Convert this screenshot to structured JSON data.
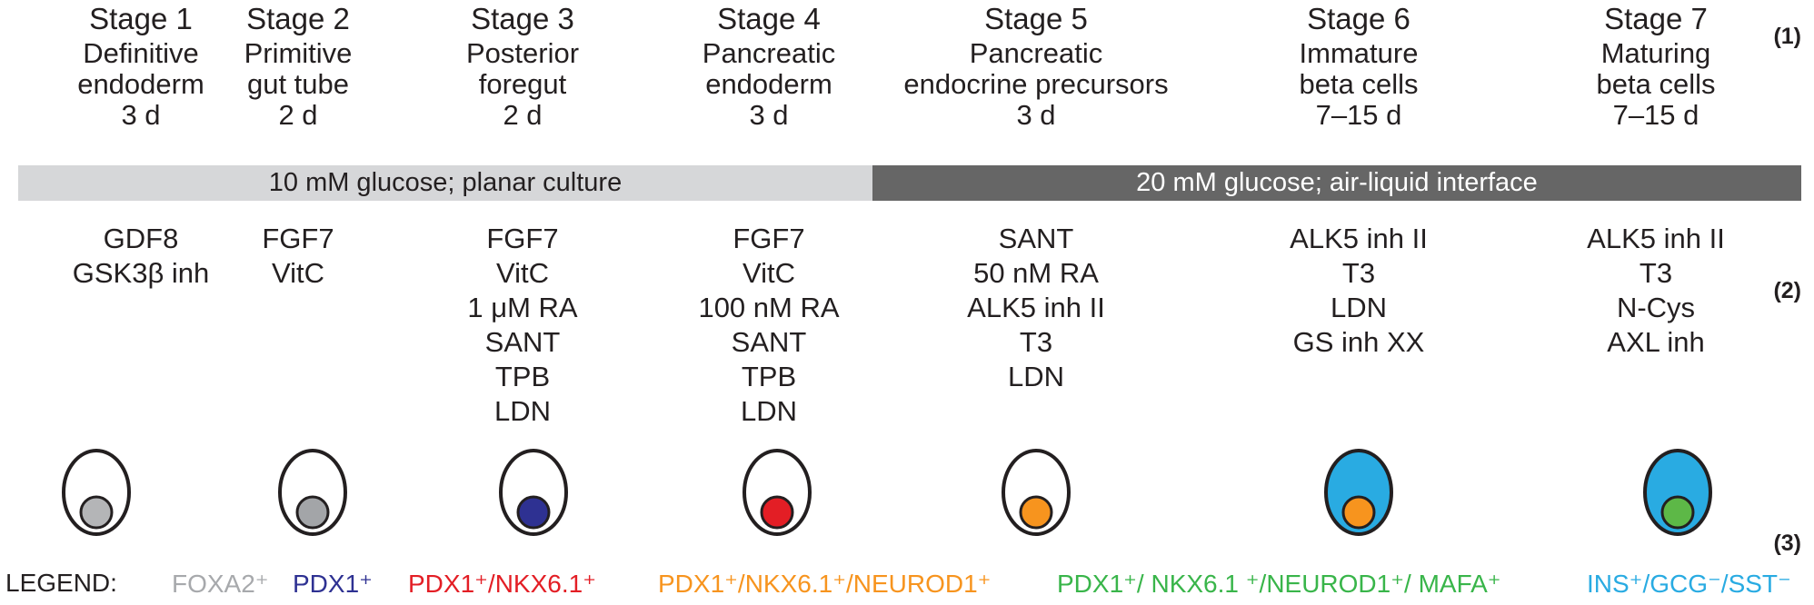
{
  "stages": [
    {
      "title": "Stage 1",
      "name1": "Definitive",
      "name2": "endoderm",
      "duration": "3 d",
      "cell_color": "#ffffff",
      "nucleus_color": "#b4b5b7"
    },
    {
      "title": "Stage 2",
      "name1": "Primitive",
      "name2": "gut tube",
      "duration": "2 d",
      "cell_color": "#ffffff",
      "nucleus_color": "#a3a5a8"
    },
    {
      "title": "Stage 3",
      "name1": "Posterior",
      "name2": "foregut",
      "duration": "2 d",
      "cell_color": "#ffffff",
      "nucleus_color": "#2e3192"
    },
    {
      "title": "Stage 4",
      "name1": "Pancreatic",
      "name2": "endoderm",
      "duration": "3 d",
      "cell_color": "#ffffff",
      "nucleus_color": "#e31e25"
    },
    {
      "title": "Stage 5",
      "name1": "Pancreatic",
      "name2": "endocrine precursors",
      "duration": "3 d",
      "cell_color": "#ffffff",
      "nucleus_color": "#f7941e"
    },
    {
      "title": "Stage 6",
      "name1": "Immature",
      "name2": "beta cells",
      "duration": "7–15 d",
      "cell_color": "#29abe2",
      "nucleus_color": "#f7941e"
    },
    {
      "title": "Stage 7",
      "name1": "Maturing",
      "name2": "beta cells",
      "duration": "7–15 d",
      "cell_color": "#29abe2",
      "nucleus_color": "#5db847"
    }
  ],
  "markers": {
    "m1": "(1)",
    "m2": "(2)",
    "m3": "(3)"
  },
  "bands": {
    "left": "10 mM glucose; planar culture",
    "right": "20 mM glucose; air-liquid interface"
  },
  "factors": [
    [
      "GDF8",
      "GSK3β inh"
    ],
    [
      "FGF7",
      "VitC"
    ],
    [
      "FGF7",
      "VitC",
      "1 μM RA",
      "SANT",
      "TPB",
      "LDN"
    ],
    [
      "FGF7",
      "VitC",
      "100 nM RA",
      "SANT",
      "TPB",
      "LDN"
    ],
    [
      "SANT",
      "50 nM RA",
      "ALK5 inh II",
      "T3",
      "LDN"
    ],
    [
      "ALK5 inh II",
      "T3",
      "LDN",
      "GS inh XX"
    ],
    [
      "ALK5 inh II",
      "T3",
      "N-Cys",
      "AXL inh"
    ]
  ],
  "legend": {
    "label": "LEGEND:",
    "items": [
      {
        "text": "FOXA2⁺",
        "color": "#a7a9ac"
      },
      {
        "text": "PDX1⁺",
        "color": "#2e3192"
      },
      {
        "text": "PDX1⁺/NKX6.1⁺",
        "color": "#e31e25"
      },
      {
        "text": "PDX1⁺/NKX6.1⁺/NEUROD1⁺",
        "color": "#f7941e"
      },
      {
        "text": "PDX1⁺/ NKX6.1 ⁺/NEUROD1⁺/ MAFA⁺",
        "color": "#39b54a"
      },
      {
        "text": "INS⁺/GCG⁻/SST⁻",
        "color": "#29abe2"
      }
    ]
  }
}
